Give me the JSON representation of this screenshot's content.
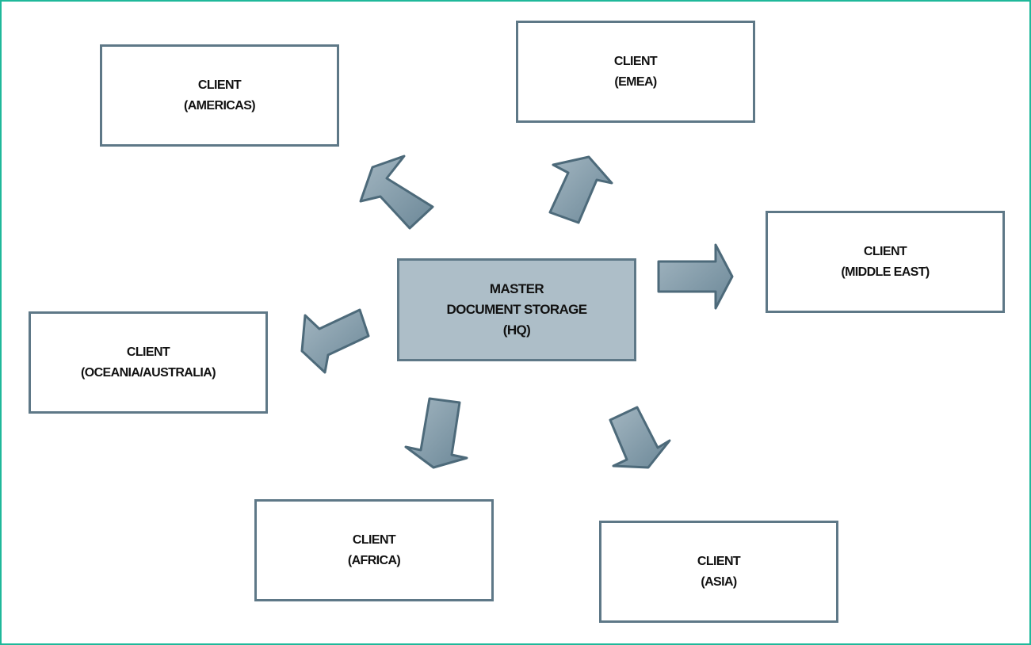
{
  "diagram": {
    "hub": {
      "lines": [
        "MASTER",
        "DOCUMENT STORAGE",
        "(HQ)"
      ]
    },
    "clients": [
      {
        "id": "americas",
        "lines": [
          "CLIENT",
          "(AMERICAS)"
        ]
      },
      {
        "id": "emea",
        "lines": [
          "CLIENT",
          "(EMEA)"
        ]
      },
      {
        "id": "middle-east",
        "lines": [
          "CLIENT",
          "(MIDDLE EAST)"
        ]
      },
      {
        "id": "oceania-australia",
        "lines": [
          "CLIENT",
          "(OCEANIA/AUSTRALIA)"
        ]
      },
      {
        "id": "africa",
        "lines": [
          "CLIENT",
          "(AFRICA)"
        ]
      },
      {
        "id": "asia",
        "lines": [
          "CLIENT",
          "(ASIA)"
        ]
      }
    ],
    "edges": [
      {
        "from": "hq",
        "to": "americas"
      },
      {
        "from": "hq",
        "to": "emea"
      },
      {
        "from": "hq",
        "to": "middle-east"
      },
      {
        "from": "hq",
        "to": "oceania-australia"
      },
      {
        "from": "hq",
        "to": "africa"
      },
      {
        "from": "hq",
        "to": "asia"
      }
    ],
    "colors": {
      "frame": "#1fb89a",
      "box_border": "#5e7887",
      "hub_fill": "#adbec8",
      "arrow_fill_light": "#9cb0bc",
      "arrow_fill_dark": "#6f8b9a",
      "arrow_stroke": "#4d6a7a"
    }
  }
}
